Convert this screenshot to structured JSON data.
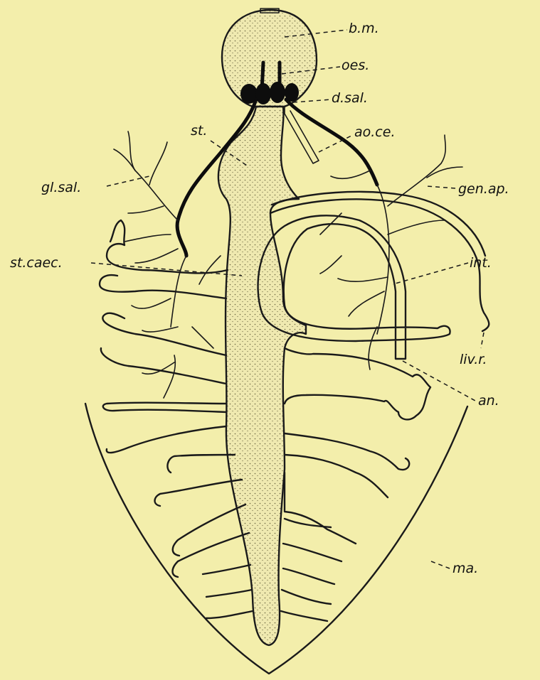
{
  "labels": {
    "bm": "b.m.",
    "oes": "oes.",
    "dsal": "d.sal.",
    "st": "st.",
    "aoce": "ao.ce.",
    "glsal": "gl.sal.",
    "genap": "gen.ap.",
    "stcaec": "st.caec.",
    "int": "int.",
    "livr": "liv.r.",
    "an": "an.",
    "ma": "ma."
  },
  "colors": {
    "background": "#f3eeab",
    "ink": "#1a1a1a"
  }
}
